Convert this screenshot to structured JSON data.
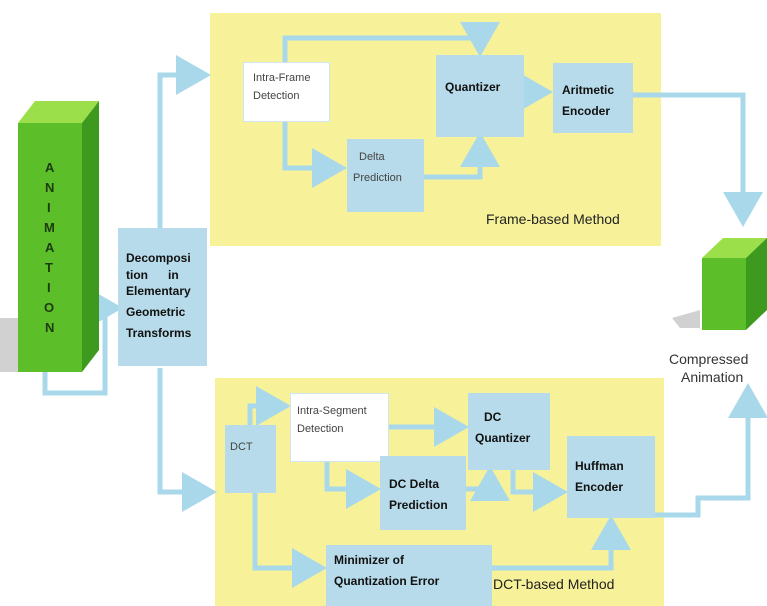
{
  "animation_letters": [
    "A",
    "N",
    "I",
    "M",
    "A",
    "T",
    "I",
    "O",
    "N"
  ],
  "decomposition": {
    "lines": [
      "Decomposi",
      "tion      in",
      "Elementary",
      "Geometric",
      "Transforms"
    ]
  },
  "frame_based": {
    "label": "Frame-based Method",
    "intra_frame": [
      "Intra-Frame",
      "Detection"
    ],
    "quantizer": "Quantizer",
    "aritmetic_encoder": [
      "Aritmetic",
      "Encoder"
    ],
    "delta_prediction": [
      "Delta",
      "Prediction"
    ]
  },
  "dct_based": {
    "label": "DCT-based Method",
    "dct": "DCT",
    "intra_segment": [
      "Intra-Segment",
      "Detection"
    ],
    "dc_quantizer": [
      "DC",
      "Quantizer"
    ],
    "dc_delta_prediction": [
      "DC Delta",
      "Prediction"
    ],
    "huffman_encoder": [
      "Huffman",
      "Encoder"
    ],
    "minimizer": [
      "Minimizer of",
      "Quantization Error"
    ]
  },
  "output": {
    "lines": [
      "Compressed",
      "Animation"
    ]
  },
  "colors": {
    "region": "#f7f29a",
    "box": "#b7dbea",
    "arrow": "#a9d8ea",
    "cube_front": "#5cbf2a",
    "cube_top": "#9be04a",
    "cube_side": "#3e9a1e"
  }
}
